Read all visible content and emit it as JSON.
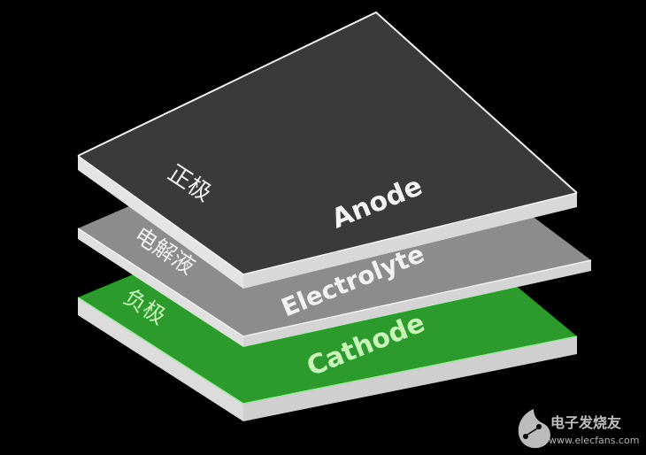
{
  "diagram": {
    "title": "",
    "layers": [
      {
        "id": "anode",
        "label_en": "Anode",
        "label_cn": "正极",
        "color": "#3a3a3a",
        "text_color": "#f2f2f2"
      },
      {
        "id": "electrolyte",
        "label_en": "Electrolyte",
        "label_cn": "电解液",
        "color": "#8c8c8c",
        "text_color": "#f2f2f2"
      },
      {
        "id": "cathode",
        "label_en": "Cathode",
        "label_cn": "负极",
        "color": "#2e9a2e",
        "text_color": "#c8f5b8"
      }
    ],
    "edge_color": "#e6e6e6",
    "background": "#000000"
  },
  "watermark": {
    "name": "电子发烧友",
    "url": "www.elecfans.com"
  }
}
